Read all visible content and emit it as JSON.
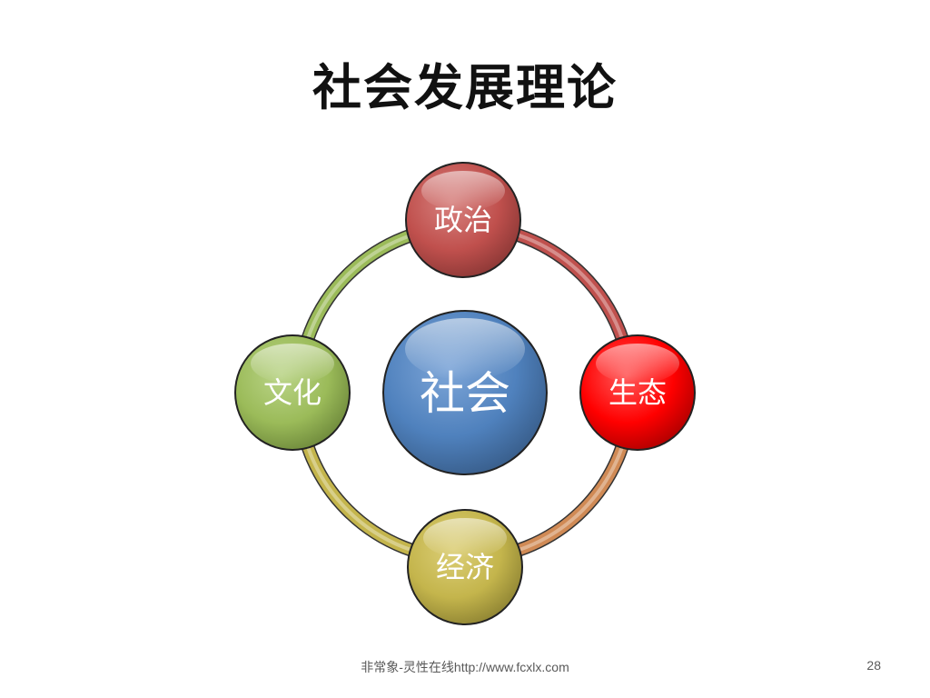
{
  "slide": {
    "title": "社会发展理论",
    "footer": "非常象-灵性在线http://www.fcxlx.com",
    "page_number": "28"
  },
  "diagram": {
    "center": {
      "label": "社会",
      "color": "#4f81bd"
    },
    "nodes": {
      "politics": {
        "label": "政治",
        "color": "#c0504d"
      },
      "ecology": {
        "label": "生态",
        "color": "#ff0000"
      },
      "economy": {
        "label": "经济",
        "color": "#c4b54c"
      },
      "culture": {
        "label": "文化",
        "color": "#9bbb59"
      }
    },
    "ring_colors": {
      "politics_to_ecology": "#c0504d",
      "ecology_to_economy": "#d08a55",
      "economy_to_culture": "#c4b54c",
      "culture_to_politics": "#9bbb59"
    }
  }
}
